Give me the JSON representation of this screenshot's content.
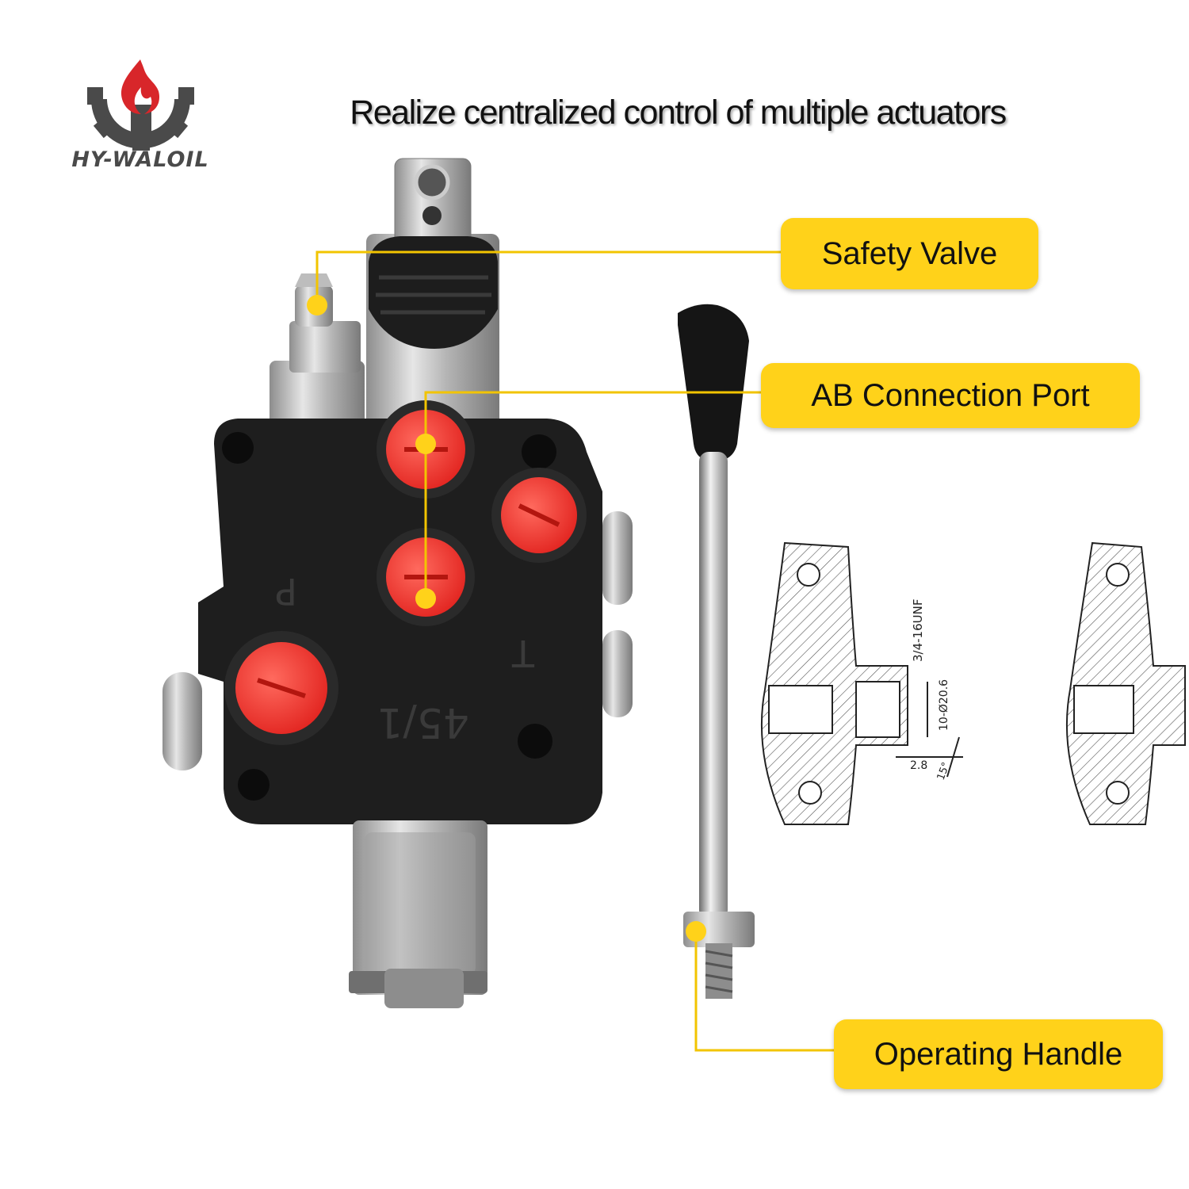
{
  "brand": {
    "name": "HY-WALOIL",
    "logo_icon": "gear-flame-logo",
    "colors": {
      "flame": "#d8262a",
      "gear": "#4a4a4a"
    }
  },
  "headline": "Realize centralized control of multiple actuators",
  "callouts": {
    "safety_valve": "Safety Valve",
    "ab_port": "AB Connection Port",
    "operating_handle": "Operating Handle"
  },
  "valve_markings": {
    "p": "P",
    "t": "T",
    "model": "45/1"
  },
  "drawing": {
    "thread": "3/4-16UNF",
    "diameter": "10-Ø20.6",
    "depth": "2.8",
    "angle": "15°"
  },
  "colors": {
    "callout": "#ffd21a",
    "leader": "#f2c400",
    "port_cap": "#f23a36",
    "valve_body": "#1e1e1e"
  }
}
